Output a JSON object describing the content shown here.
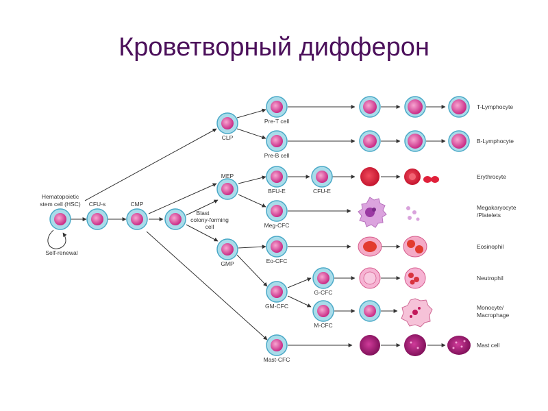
{
  "title": "Кроветворный дифферон",
  "labels": {
    "hsc_line1": "Hematopoietic",
    "hsc_line2": "stem cell (HSC)",
    "self_renewal": "Self-renewal",
    "cfu_s": "CFU-s",
    "cmp": "CMP",
    "clp": "CLP",
    "blast_line1": "Blast",
    "blast_line2": "colony-forming",
    "blast_line3": "cell",
    "mep": "MEP",
    "gmp": "GMP",
    "pre_t": "Pre-T cell",
    "pre_b": "Pre-B cell",
    "bfu_e": "BFU-E",
    "cfu_e": "CFU-E",
    "meg_cfc": "Meg-CFC",
    "eo_cfc": "Eo-CFC",
    "gm_cfc": "GM-CFC",
    "g_cfc": "G-CFC",
    "m_cfc": "M-CFC",
    "mast_cfc": "Mast-CFC"
  },
  "end_labels": {
    "t_lymphocyte": "T-Lymphocyte",
    "b_lymphocyte": "B-Lymphocyte",
    "erythrocyte": "Erythrocyte",
    "megakaryocyte_line1": "Megakaryocyte",
    "megakaryocyte_line2": "/Platelets",
    "eosinophil": "Eosinophil",
    "neutrophil": "Neutrophil",
    "monocyte_line1": "Monocyte/",
    "monocyte_line2": "Macrophage",
    "mast_cell": "Mast cell"
  },
  "colors": {
    "title": "#4b0f5a",
    "cell_rim": "#8fd3e6",
    "cell_body": "#e5499c",
    "erythrocyte": "#e0203a",
    "megakaryocyte": "#d9a3dc",
    "eosinophil": "#e23b2e",
    "mast": "#a0166e"
  }
}
